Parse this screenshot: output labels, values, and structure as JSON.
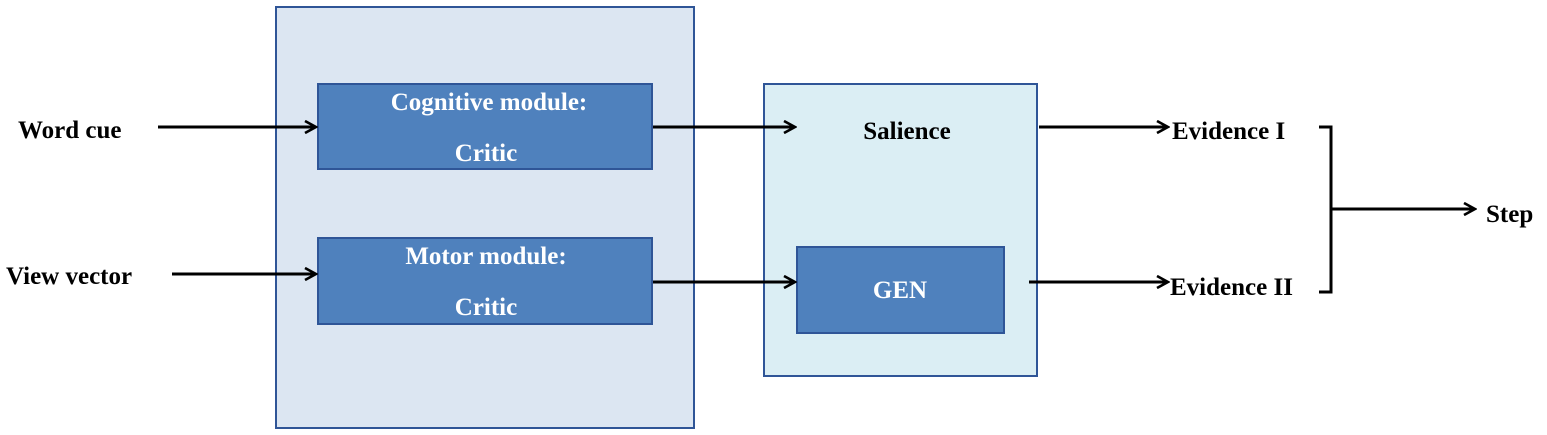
{
  "inputs": {
    "word_cue": "Word cue",
    "view_vector": "View vector"
  },
  "critic_panel": {
    "cognitive_module": {
      "line1": "Cognitive module:",
      "line2": "Critic"
    },
    "motor_module": {
      "line1": "Motor module:",
      "line2": "Critic"
    }
  },
  "salience_panel": {
    "salience": "Salience",
    "gen": "GEN"
  },
  "outputs": {
    "evidence_1": "Evidence I",
    "evidence_2": "Evidence II",
    "step": "Step"
  },
  "colors": {
    "outer_panel_fill": "#dce6f2",
    "salience_panel_fill": "#dbeef4",
    "module_fill": "#4f81bd",
    "border": "#2f5597",
    "arrow": "#000000"
  }
}
